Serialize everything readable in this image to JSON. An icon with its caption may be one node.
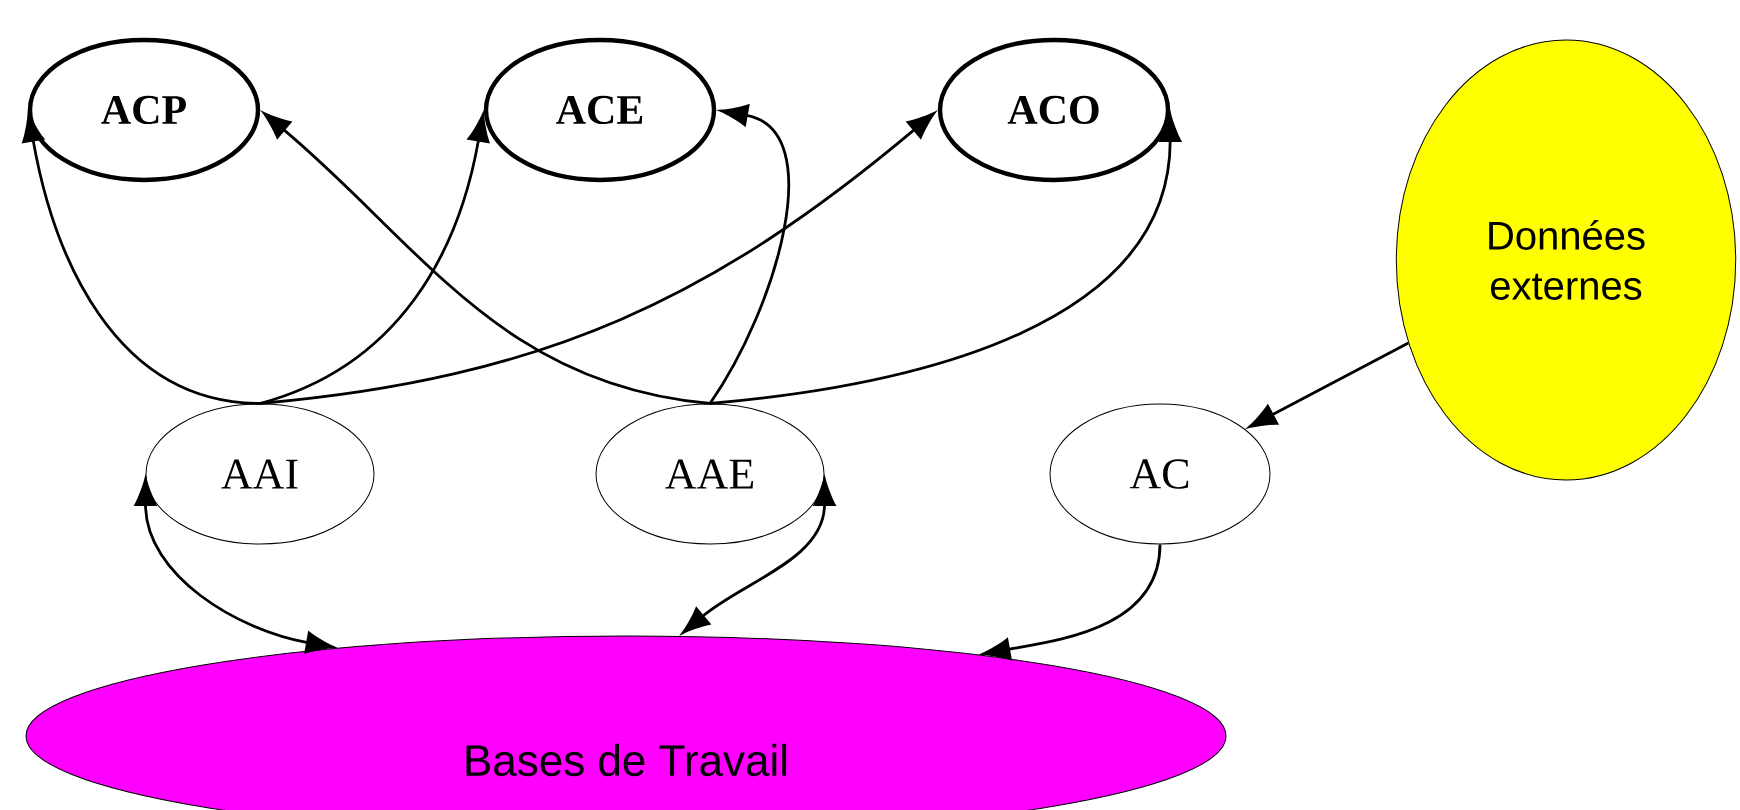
{
  "diagram": {
    "nodes": [
      {
        "text": [
          "ACP"
        ]
      },
      {
        "text": [
          "ACE"
        ]
      },
      {
        "text": [
          "ACO"
        ]
      },
      {
        "text": [
          "Données externes"
        ]
      },
      {
        "text": [
          "AAI"
        ]
      },
      {
        "text": [
          "AAE"
        ]
      },
      {
        "text": [
          "AC"
        ]
      },
      {
        "text": [
          "Bases de Travail"
        ]
      }
    ],
    "edges": [
      {
        "from": 4,
        "to": 0,
        "arrow": "to"
      },
      {
        "from": 4,
        "to": 1,
        "arrow": "to"
      },
      {
        "from": 4,
        "to": 2,
        "arrow": "to"
      },
      {
        "from": 5,
        "to": 0,
        "arrow": "to"
      },
      {
        "from": 5,
        "to": 1,
        "arrow": "to"
      },
      {
        "from": 5,
        "to": 2,
        "arrow": "to"
      },
      {
        "from": 4,
        "to": 7,
        "arrow": "both"
      },
      {
        "from": 5,
        "to": 7,
        "arrow": "both"
      },
      {
        "from": 6,
        "to": 7,
        "arrow": "to"
      },
      {
        "from": 3,
        "to": 6,
        "arrow": "to"
      }
    ]
  }
}
